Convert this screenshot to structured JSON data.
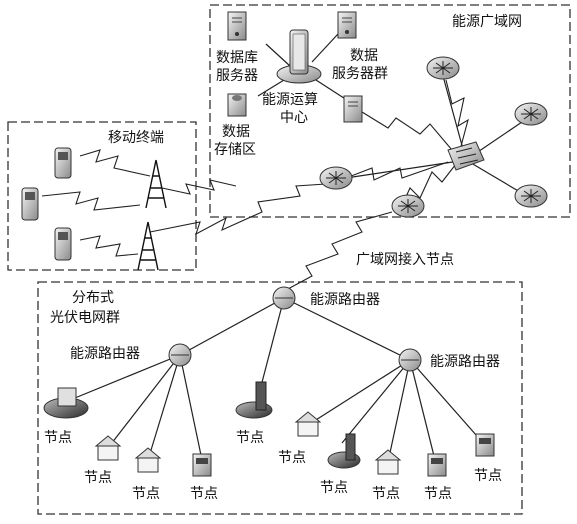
{
  "regions": {
    "wan": "能源广域网",
    "mobile": "移动终端",
    "pv": [
      "分布式",
      "光伏电网群"
    ]
  },
  "labels": {
    "db_server": [
      "数据库",
      "服务器"
    ],
    "server_group": [
      "数据",
      "服务器群"
    ],
    "compute_center": [
      "能源运算",
      "中心"
    ],
    "storage": [
      "数据",
      "存储区"
    ],
    "access_node": "广域网接入节点",
    "router_top": "能源路由器",
    "router_left": "能源路由器",
    "router_right": "能源路由器",
    "node": "节点"
  }
}
